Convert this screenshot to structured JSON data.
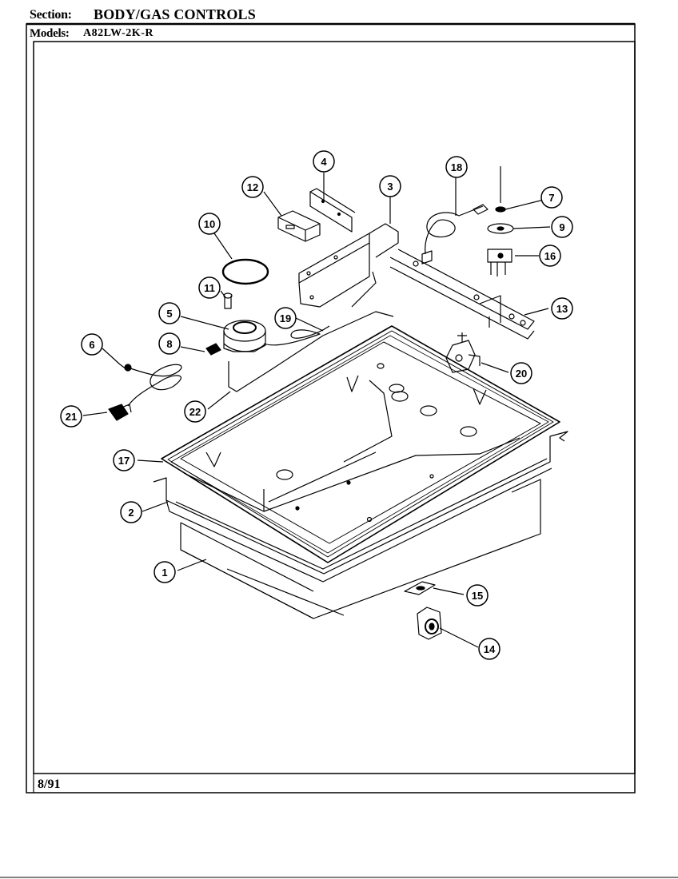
{
  "header": {
    "section_label": "Section:",
    "section_value": "BODY/GAS CONTROLS",
    "models_label": "Models:",
    "models_value": "A82LW-2K-R"
  },
  "footer": {
    "date": "8/91"
  },
  "callouts": [
    {
      "id": "c1",
      "label": "1"
    },
    {
      "id": "c2",
      "label": "2"
    },
    {
      "id": "c3",
      "label": "3"
    },
    {
      "id": "c4",
      "label": "4"
    },
    {
      "id": "c5",
      "label": "5"
    },
    {
      "id": "c6",
      "label": "6"
    },
    {
      "id": "c7",
      "label": "7"
    },
    {
      "id": "c8",
      "label": "8"
    },
    {
      "id": "c9",
      "label": "9"
    },
    {
      "id": "c10",
      "label": "10"
    },
    {
      "id": "c11",
      "label": "11"
    },
    {
      "id": "c12",
      "label": "12"
    },
    {
      "id": "c13",
      "label": "13"
    },
    {
      "id": "c14",
      "label": "14"
    },
    {
      "id": "c15",
      "label": "15"
    },
    {
      "id": "c16",
      "label": "16"
    },
    {
      "id": "c17",
      "label": "17"
    },
    {
      "id": "c18",
      "label": "18"
    },
    {
      "id": "c19",
      "label": "19"
    },
    {
      "id": "c20",
      "label": "20"
    },
    {
      "id": "c21",
      "label": "21"
    },
    {
      "id": "c22",
      "label": "22"
    }
  ],
  "colors": {
    "ink": "#000000",
    "paper": "#ffffff"
  }
}
